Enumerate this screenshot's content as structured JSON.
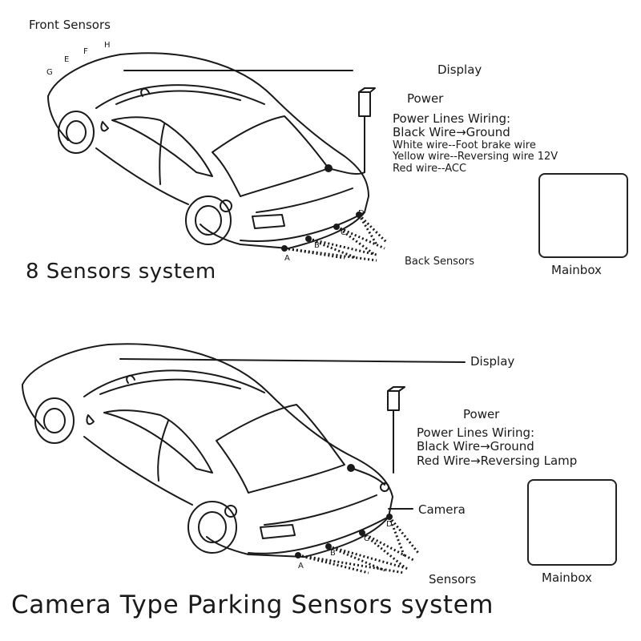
{
  "top": {
    "front_sensors_label": "Front Sensors",
    "front_sensor_letters": [
      "G",
      "E",
      "F",
      "H"
    ],
    "display_label": "Display",
    "power_label": "Power",
    "wiring_title": "Power Lines Wiring:",
    "wiring_lines": [
      "Black Wire→Ground",
      "White wire--Foot brake wire",
      "Yellow wire--Reversing wire 12V",
      "Red wire--ACC"
    ],
    "back_sensors_label": "Back Sensors",
    "back_sensor_letters": [
      "A",
      "B",
      "C",
      "D"
    ],
    "mainbox_label": "Mainbox",
    "system_title": "8 Sensors system"
  },
  "bottom": {
    "display_label": "Display",
    "power_label": "Power",
    "wiring_title": "Power Lines Wiring:",
    "wiring_lines": [
      "Black Wire→Ground",
      "Red Wire→Reversing Lamp"
    ],
    "camera_label": "Camera",
    "sensors_label": "Sensors",
    "back_sensor_letters": [
      "A",
      "B",
      "C",
      "D"
    ],
    "mainbox_label": "Mainbox",
    "system_title": "Camera Type Parking Sensors system"
  }
}
